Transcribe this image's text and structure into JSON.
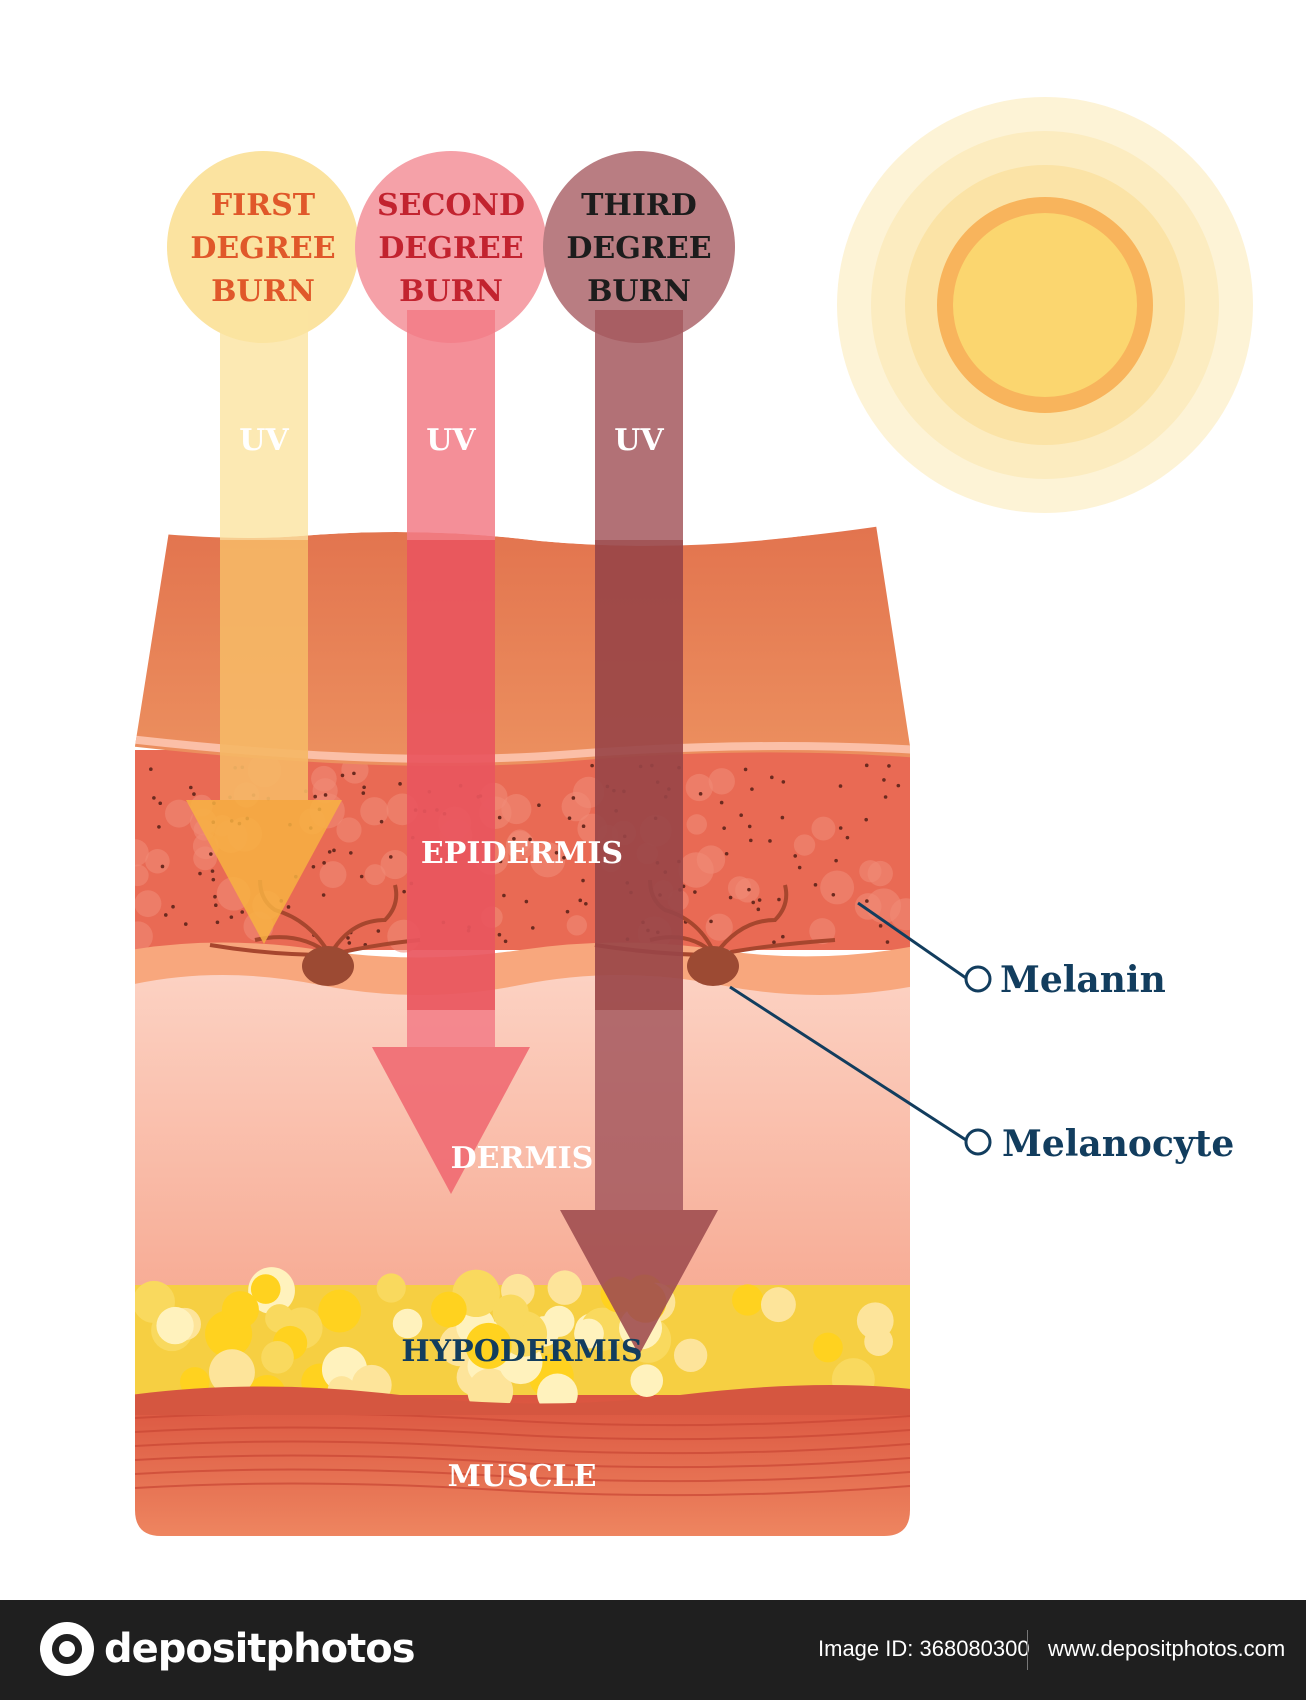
{
  "burns": [
    {
      "line1": "FIRST",
      "line2": "DEGREE",
      "line3": "BURN",
      "uv": "UV",
      "bulb_color": "#fbe3a0",
      "text_color": "#e0582a"
    },
    {
      "line1": "SECOND",
      "line2": "DEGREE",
      "line3": "BURN",
      "uv": "UV",
      "bulb_color": "#f27b86",
      "text_color": "#c2232f"
    },
    {
      "line1": "THIRD",
      "line2": "DEGREE",
      "line3": "BURN",
      "uv": "UV",
      "bulb_color": "#ba7f82",
      "text_color": "#1c1c1c"
    }
  ],
  "layers": {
    "epidermis": "EPIDERMIS",
    "dermis": "DERMIS",
    "hypodermis": "HYPODERMIS",
    "muscle": "MUSCLE"
  },
  "callouts": {
    "melanin": "Melanin",
    "melanocyte": "Melanocyte"
  },
  "colors": {
    "label_dark": "#123d5e",
    "sun_core": "#fbd36b",
    "skin_top": "#e98258",
    "dermis": "#f9b8a3",
    "fat": "#f6c731",
    "muscle": "#dd6049"
  },
  "footer": {
    "brand": "depositphotos",
    "image_id": "Image ID: 368080300",
    "website": "www.depositphotos.com"
  }
}
